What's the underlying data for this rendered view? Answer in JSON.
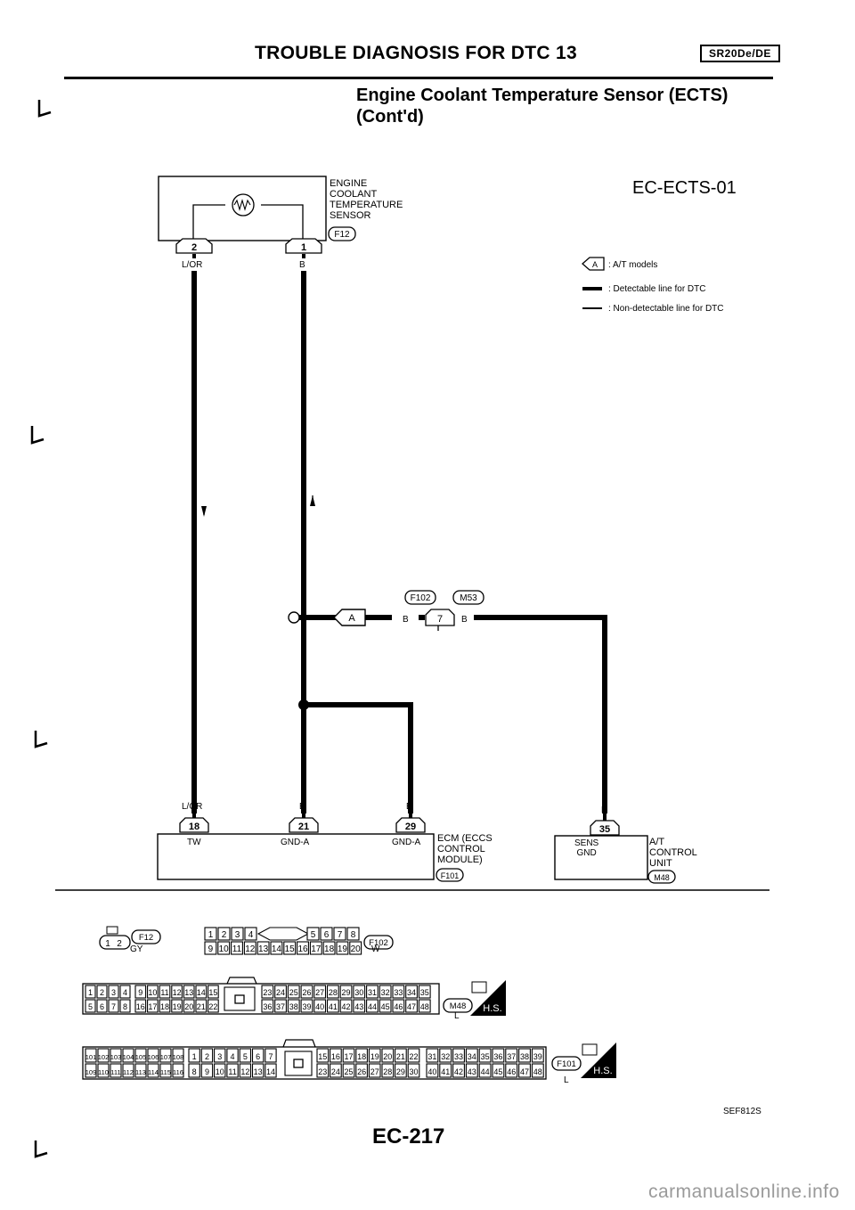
{
  "header": {
    "title": "TROUBLE DIAGNOSIS FOR DTC 13",
    "model_tag": "SR20De/DE",
    "subtitle_line1": "Engine Coolant Temperature Sensor (ECTS)",
    "subtitle_line2": "(Cont'd)"
  },
  "diagram": {
    "code": "EC-ECTS-01",
    "sensor_label": "ENGINE\nCOOLANT\nTEMPERATURE\nSENSOR",
    "sensor_connector": "F12",
    "sensor_pin_left": "2",
    "sensor_pin_right": "1",
    "wire_color_left_top": "L/OR",
    "wire_color_right_top": "B",
    "legend": {
      "at_models_mark": "A",
      "at_models": ": A/T models",
      "detectable": ": Detectable line for DTC",
      "non_detectable": ": Non-detectable line for DTC"
    },
    "joint_connectors": [
      "F102",
      "M53"
    ],
    "joint_pin": "7",
    "joint_wire_left": "B",
    "joint_wire_right": "B",
    "a_mark": "A",
    "ecm": {
      "label": "ECM (ECCS\nCONTROL\nMODULE)",
      "connector": "F101",
      "wire_colors": [
        "L/OR",
        "B",
        "B"
      ],
      "pins": [
        "18",
        "21",
        "29"
      ],
      "terminals": [
        "TW",
        "GND-A",
        "GND-A"
      ]
    },
    "at_unit": {
      "wire_color": "B",
      "pin": "35",
      "terminal": "SENS\nGND",
      "label": "A/T\nCONTROL\nUNIT",
      "connector": "M48"
    }
  },
  "connectors": {
    "f12": {
      "pins": [
        "1",
        "2"
      ],
      "name": "F12",
      "color": "GY"
    },
    "f102": {
      "row1_left": [
        "1",
        "2",
        "3",
        "4"
      ],
      "row1_right": [
        "5",
        "6",
        "7",
        "8"
      ],
      "row2": [
        "9",
        "10",
        "11",
        "12",
        "13",
        "14",
        "15",
        "16",
        "17",
        "18",
        "19",
        "20"
      ],
      "name": "F102",
      "color": "W"
    },
    "m48": {
      "g1_row1": [
        "1",
        "2",
        "3",
        "4"
      ],
      "g1_row2": [
        "5",
        "6",
        "7",
        "8"
      ],
      "g2_row1": [
        "9",
        "10",
        "11",
        "12",
        "13",
        "14",
        "15"
      ],
      "g2_row2": [
        "16",
        "17",
        "18",
        "19",
        "20",
        "21",
        "22"
      ],
      "g3_row1": [
        "23",
        "24",
        "25",
        "26",
        "27",
        "28",
        "29",
        "30",
        "31",
        "32",
        "33",
        "34",
        "35"
      ],
      "g3_row2": [
        "36",
        "37",
        "38",
        "39",
        "40",
        "41",
        "42",
        "43",
        "44",
        "45",
        "46",
        "47",
        "48"
      ],
      "name": "M48",
      "color": "L",
      "hs": "H.S."
    },
    "f101": {
      "g1_row1": [
        "101",
        "102",
        "103",
        "104",
        "105",
        "106",
        "107",
        "108"
      ],
      "g1_row2": [
        "109",
        "110",
        "111",
        "112",
        "113",
        "114",
        "115",
        "116"
      ],
      "g2_row1": [
        "1",
        "2",
        "3",
        "4",
        "5",
        "6",
        "7"
      ],
      "g2_row2": [
        "8",
        "9",
        "10",
        "11",
        "12",
        "13",
        "14"
      ],
      "g3_row1": [
        "15",
        "16",
        "17",
        "18",
        "19",
        "20",
        "21",
        "22"
      ],
      "g3_row2": [
        "23",
        "24",
        "25",
        "26",
        "27",
        "28",
        "29",
        "30"
      ],
      "g4_row1": [
        "31",
        "32",
        "33",
        "34",
        "35",
        "36",
        "37",
        "38",
        "39"
      ],
      "g4_row2": [
        "40",
        "41",
        "42",
        "43",
        "44",
        "45",
        "46",
        "47",
        "48"
      ],
      "name": "F101",
      "color": "L",
      "hs": "H.S."
    }
  },
  "footer": {
    "figure_code": "SEF812S",
    "page_number": "EC-217",
    "watermark": "carmanualsonline.info"
  }
}
